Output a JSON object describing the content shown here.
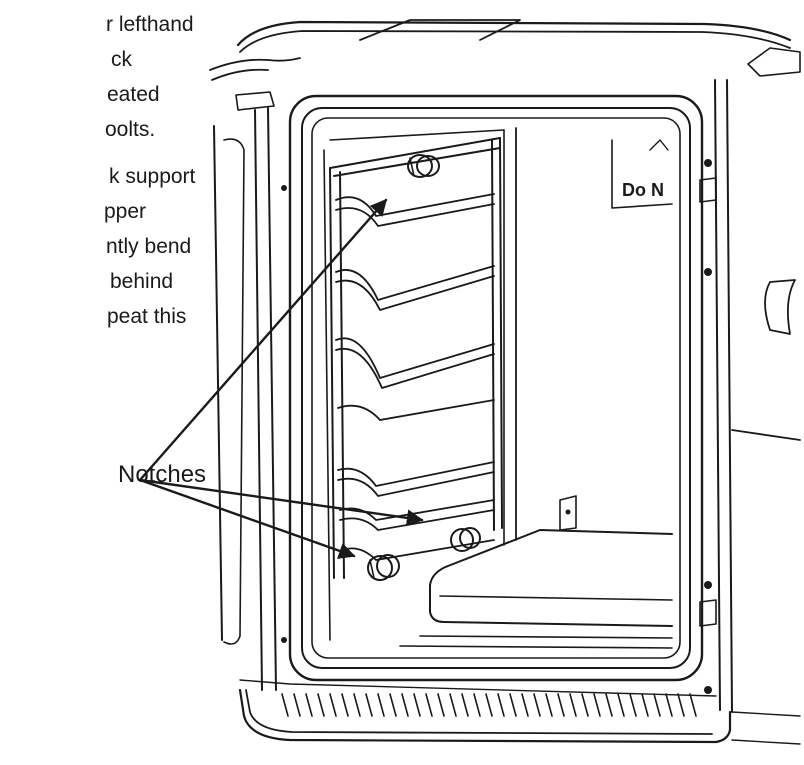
{
  "instruction_lines": [
    "r lefthand",
    "ck",
    "eated",
    "oolts.",
    "k support",
    "pper",
    "ntly bend",
    "behind",
    "peat this"
  ],
  "callout_label": "Notches",
  "door_sticker_text": "Do N"
}
